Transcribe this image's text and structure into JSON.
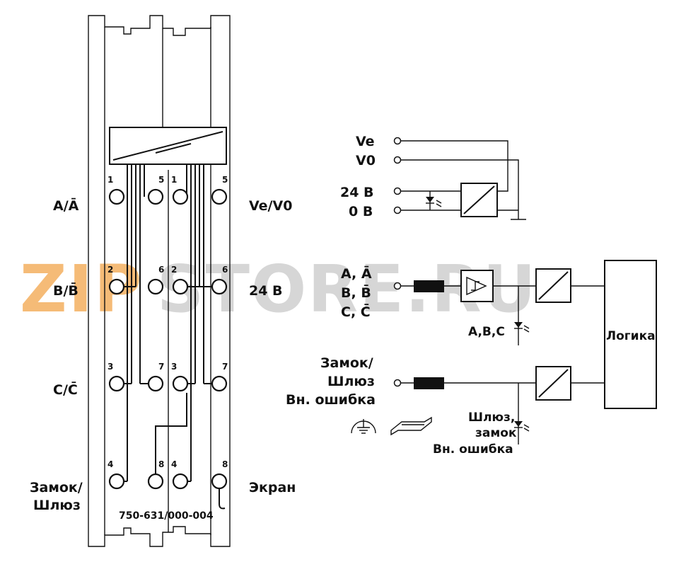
{
  "module": {
    "article": "750-631/000-004",
    "left_labels": {
      "row1": "A/Ā",
      "row2": "B/B̄",
      "row3": "C/C̄",
      "row4_line1": "Замок/",
      "row4_line2": "Шлюз"
    },
    "right_labels": {
      "row1": "Ve/V0",
      "row2": "24 В",
      "row4": "Экран"
    },
    "terminal_numbers_left": [
      "1",
      "2",
      "3",
      "4",
      "5",
      "6",
      "7",
      "8"
    ],
    "terminal_numbers_right": [
      "1",
      "2",
      "3",
      "4",
      "5",
      "6",
      "7",
      "8"
    ]
  },
  "schematic": {
    "supply_inputs": [
      "Ve",
      "V0",
      "24 В",
      "0 В"
    ],
    "encoder_inputs": [
      "A, Ā",
      "B, B̄",
      "C, C̄"
    ],
    "latch_inputs": [
      "Замок/",
      "Шлюз",
      "Вн. ошибка"
    ],
    "led_abc_label": "A,B,C",
    "led_latch_label": [
      "Шлюз,",
      "замок",
      "Вн. ошибка"
    ],
    "logic_label": "Логика"
  },
  "watermark": {
    "part1": "ZIP",
    "part2": "STORE.RU",
    "color1": "#f2a54a",
    "color2": "#c9c9c9"
  }
}
